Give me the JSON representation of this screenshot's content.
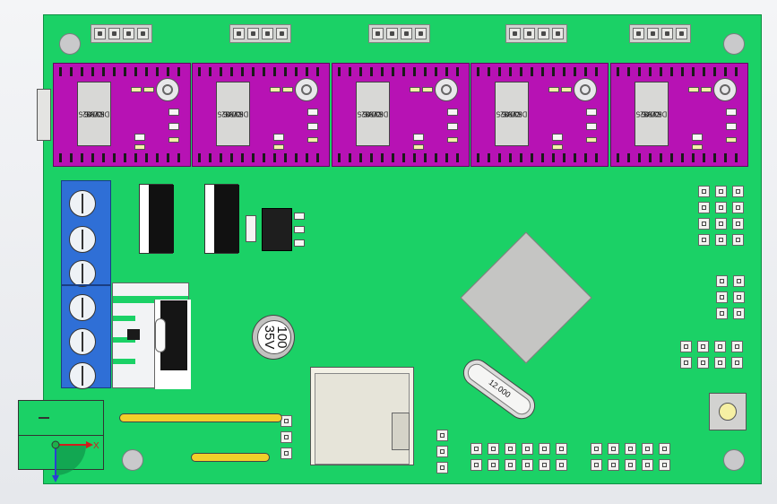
{
  "canvas": {
    "background": "#eceef1"
  },
  "pcb": {
    "color": "#1bd166",
    "edge_color": "#0f8f43"
  },
  "drivers": [
    {
      "chip_line1": "DRV8825",
      "chip_line2": "53T05",
      "chip_line3": "CLV1"
    },
    {
      "chip_line1": "DRV8825",
      "chip_line2": "53T05",
      "chip_line3": "CLV1"
    },
    {
      "chip_line1": "DRV8825",
      "chip_line2": "53T05",
      "chip_line3": "CLV1"
    },
    {
      "chip_line1": "DRV8825",
      "chip_line2": "53T05",
      "chip_line3": "CLV1"
    },
    {
      "chip_line1": "DRV8825",
      "chip_line2": "53T05",
      "chip_line3": "CLV1"
    }
  ],
  "driver_color": "#b712b4",
  "terminal_color": "#2f6fd6",
  "capacitor": {
    "line1": "100",
    "line2": "35V"
  },
  "crystal": {
    "label": "12.000"
  },
  "mcu_color": "#c5c5c3",
  "axis": {
    "x_label": "X"
  },
  "icons": {
    "coordinate_triad": "axis-triad-icon",
    "trimmer": "potentiometer-icon",
    "screw": "screw-icon"
  }
}
